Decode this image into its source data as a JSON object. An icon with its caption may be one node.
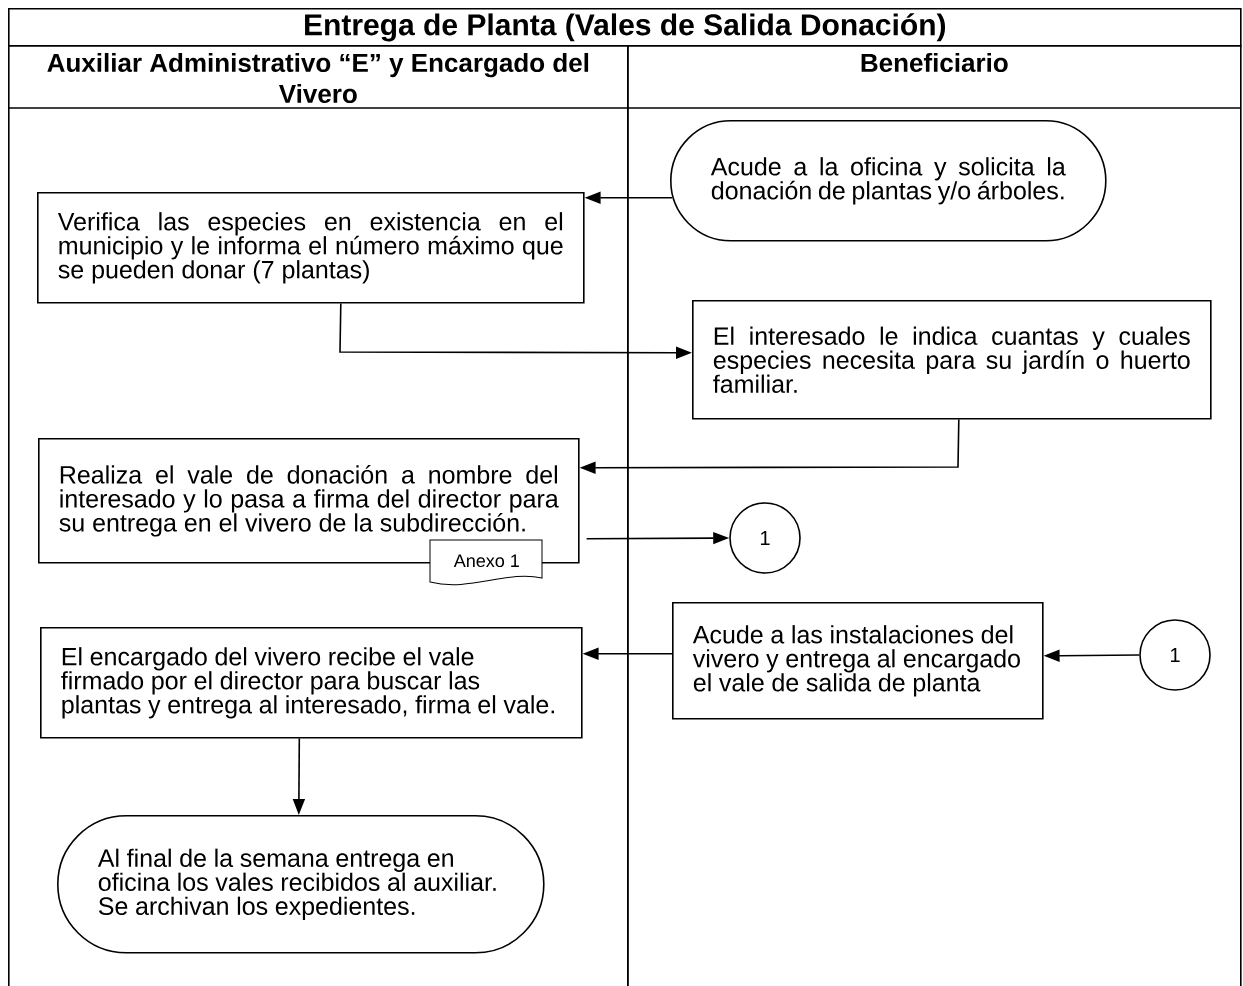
{
  "diagram": {
    "title": "Entrega de Planta (Vales de Salida Donación)",
    "nodes": [
      {
        "text": [
          "Auxiliar Administrativo “E” y Encargado del Vivero"
        ]
      },
      {
        "text": [
          "Beneficiario"
        ]
      },
      {
        "text": [
          "Acude a la oficina y solicita la donación de plantas y/o árboles."
        ],
        "in": 1
      },
      {
        "text": [
          "Verifica las especies en existencia en el municipio y le informa el número máximo que se pueden donar (7 plantas)"
        ],
        "in": 0
      },
      {
        "text": [
          "El interesado le indica cuantas y cuales especies necesita para su jardín o huerto familiar."
        ],
        "in": 1
      },
      {
        "text": [
          "Realiza el vale de donación a nombre del interesado y lo pasa a firma del director para su entrega en el vivero de la subdirección."
        ],
        "in": 0
      },
      {
        "text": [
          "Anexo 1"
        ],
        "in": 0
      },
      {
        "text": [
          "1"
        ],
        "in": 1
      },
      {
        "text": [
          "Acude a las instalaciones del vivero y entrega al encargado el vale de salida de planta"
        ],
        "in": 1
      },
      {
        "text": [
          "1"
        ],
        "in": 1
      },
      {
        "text": [
          "El  encargado del vivero recibe el vale firmado por el director para buscar las plantas y entrega al interesado, firma el vale."
        ],
        "in": 0
      },
      {
        "text": [
          "Al final de la semana entrega en oficina los vales recibidos al auxiliar. Se archivan los expedientes."
        ],
        "in": 0
      }
    ],
    "edges": [
      {
        "from": 2,
        "to": 3,
        "arrow": "to"
      },
      {
        "from": 3,
        "to": 4,
        "arrow": "to"
      },
      {
        "from": 4,
        "to": 5,
        "arrow": "to"
      },
      {
        "from": 5,
        "to": 7,
        "arrow": "to"
      },
      {
        "from": 9,
        "to": 8,
        "arrow": "to"
      },
      {
        "from": 8,
        "to": 10,
        "arrow": "to"
      },
      {
        "from": 10,
        "to": 11,
        "arrow": "to"
      }
    ]
  }
}
